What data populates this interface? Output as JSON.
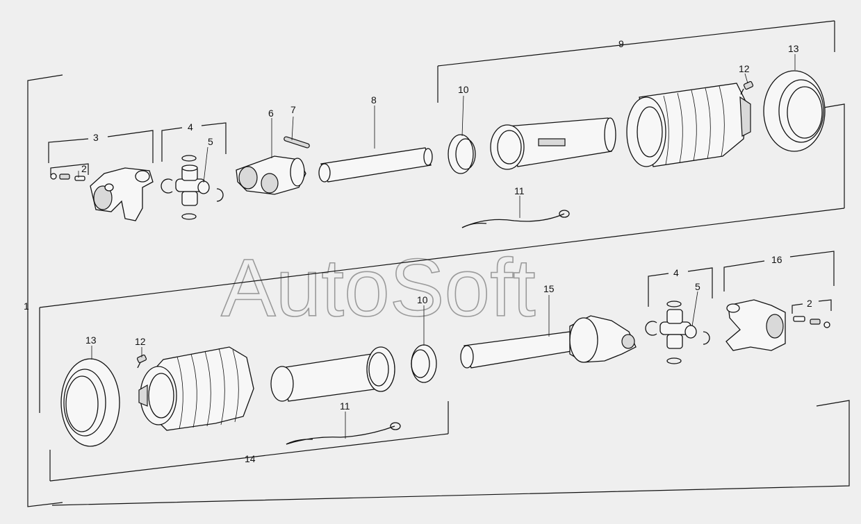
{
  "watermark": "AutoSoft",
  "labels": {
    "top_2": "2",
    "top_3": "3",
    "top_4": "4",
    "top_5": "5",
    "top_6": "6",
    "top_7": "7",
    "top_8": "8",
    "top_9": "9",
    "top_10": "10",
    "top_11": "11",
    "top_12": "12",
    "top_13": "13",
    "bottom_13": "13",
    "bottom_12": "12",
    "bottom_10": "10",
    "bottom_11": "11",
    "bottom_14": "14",
    "bottom_15": "15",
    "bottom_4": "4",
    "bottom_5": "5",
    "bottom_16": "16",
    "bottom_2": "2",
    "left_1": "1"
  }
}
